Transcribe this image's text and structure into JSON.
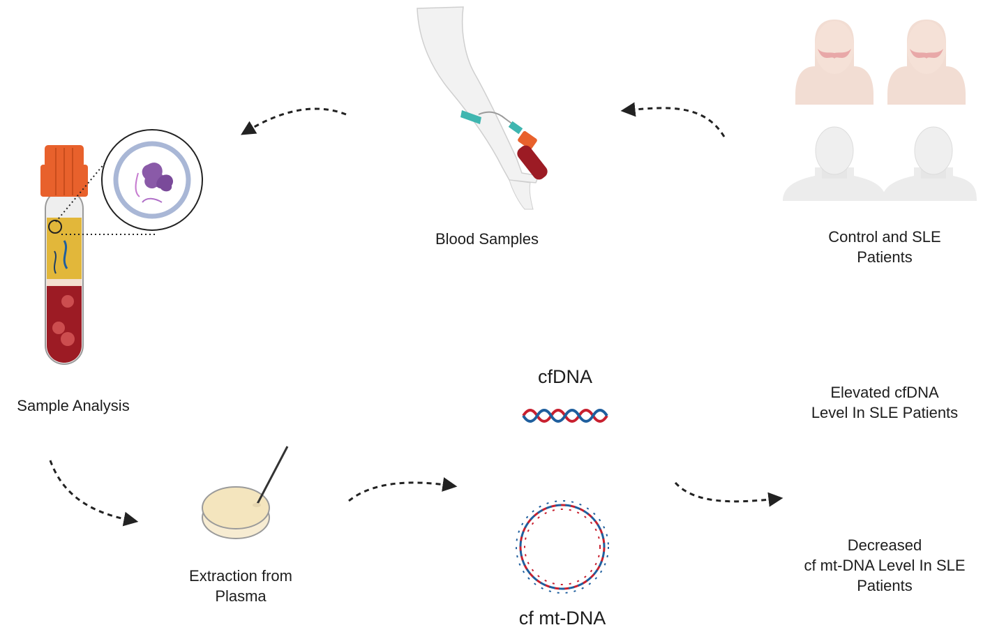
{
  "labels": {
    "blood_samples": "Blood Samples",
    "patients_line1": "Control and SLE",
    "patients_line2": "Patients",
    "sample_analysis": "Sample Analysis",
    "extraction_line1": "Extraction from",
    "extraction_line2": "Plasma",
    "cfdna": "cfDNA",
    "cfmtdna": "cf mt-DNA",
    "elevated_line1": "Elevated cfDNA",
    "elevated_line2": "Level In SLE Patients",
    "decreased_line1": "Decreased",
    "decreased_line2": "cf mt-DNA Level In SLE",
    "decreased_line3": "Patients"
  },
  "colors": {
    "tube_cap": "#e8612c",
    "plasma": "#e2b73a",
    "blood": "#9c1b24",
    "skin_rash": "#f1cbb9",
    "dna_red": "#c8202f",
    "dna_blue": "#1f5f9e",
    "arrow": "#222222",
    "butterfly_needle": "#3fb6b0"
  }
}
